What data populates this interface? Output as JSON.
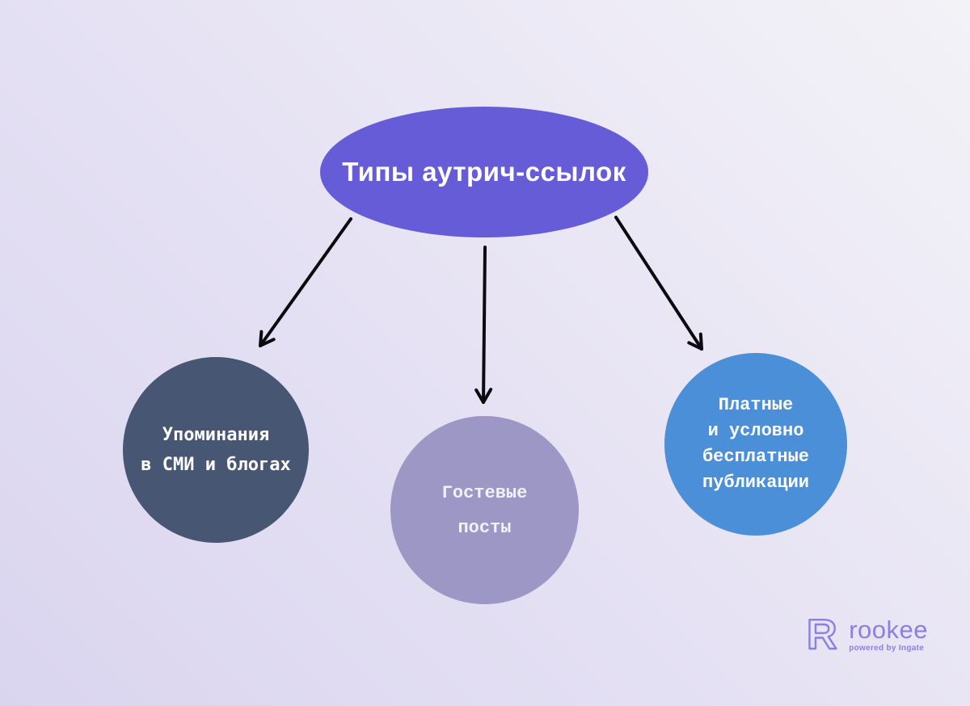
{
  "diagram": {
    "root": {
      "label": "Типы аутрич-ссылок",
      "color": "#665cd8",
      "text_color": "#ffffff"
    },
    "nodes": [
      {
        "id": "mentions",
        "lines": [
          "Упоминания",
          "в СМИ и блогах"
        ],
        "color": "#475672"
      },
      {
        "id": "guest-posts",
        "lines": [
          "Гостевые",
          "посты"
        ],
        "color": "#9d97c5"
      },
      {
        "id": "paid",
        "lines": [
          "Платные",
          "и условно",
          "бесплатные",
          "публикации"
        ],
        "color": "#4a8fd8"
      }
    ],
    "arrows": {
      "color": "#0a0a0f",
      "count": 3
    }
  },
  "branding": {
    "logo_icon": "rookee-logo-icon",
    "logo_text": "rookee",
    "tagline": "powered by Ingate",
    "color": "#8a80e2"
  },
  "background": {
    "gradient_from": "#dad5ef",
    "gradient_to": "#f3f2f7"
  }
}
